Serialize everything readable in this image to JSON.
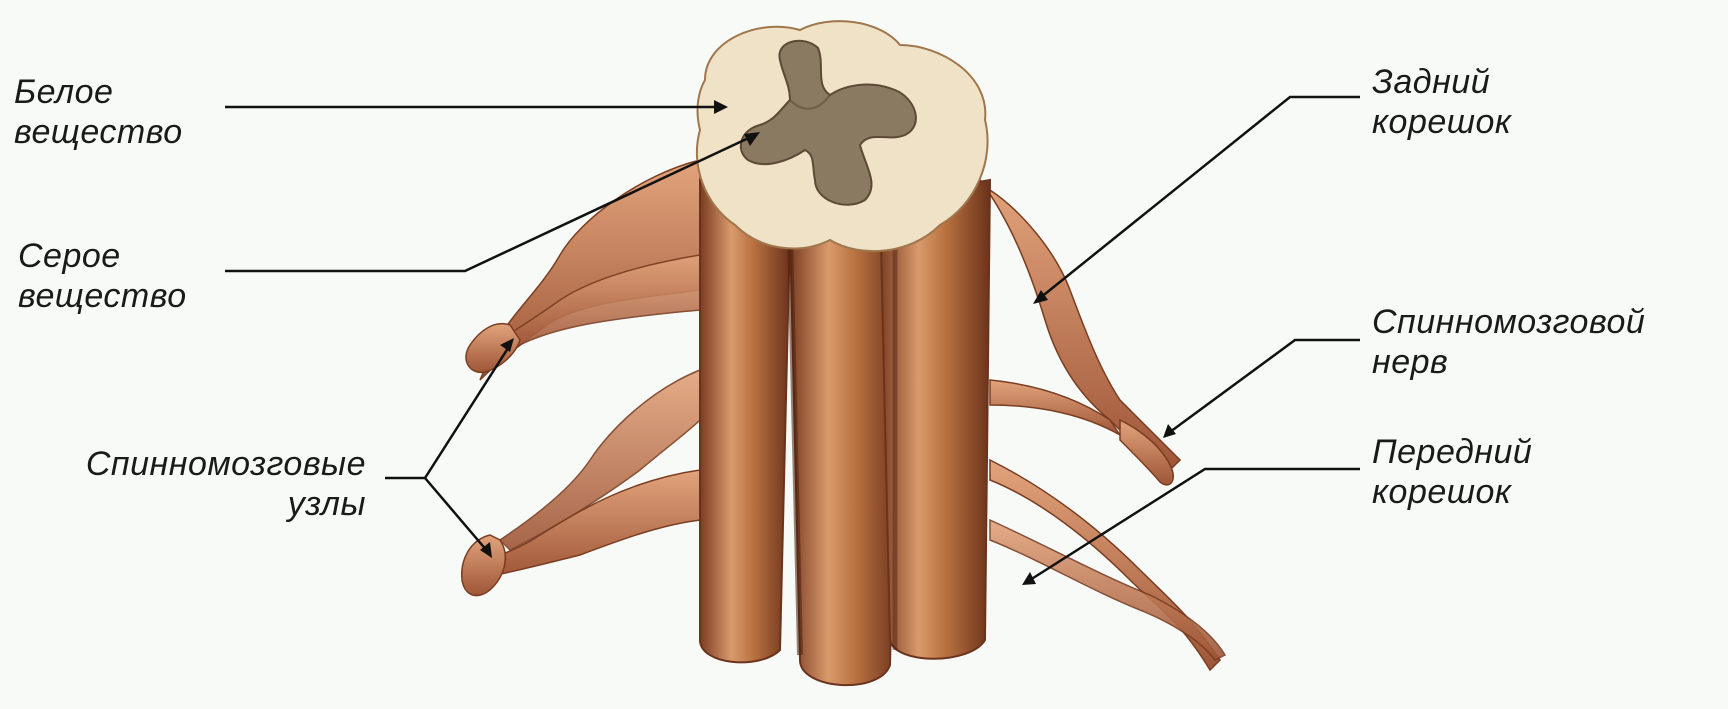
{
  "diagram": {
    "labels": {
      "white_matter": [
        "Белое",
        "вещество"
      ],
      "gray_matter": [
        "Серое",
        "вещество"
      ],
      "spinal_ganglia": [
        "Спинномозговые",
        "узлы"
      ],
      "posterior_root": [
        "Задний",
        "корешок"
      ],
      "spinal_nerve": [
        "Спинномозговой",
        "нерв"
      ],
      "anterior_root": [
        "Передний",
        "корешок"
      ]
    },
    "colors": {
      "background": "#f7faf7",
      "cord_dark": "#8a4a2a",
      "cord_mid": "#b9744a",
      "cord_light": "#e0aa7c",
      "white_matter": "#efe2c6",
      "gray_matter": "#8a7a62",
      "nerve": "#b5684a",
      "leader_line": "#111111"
    }
  }
}
